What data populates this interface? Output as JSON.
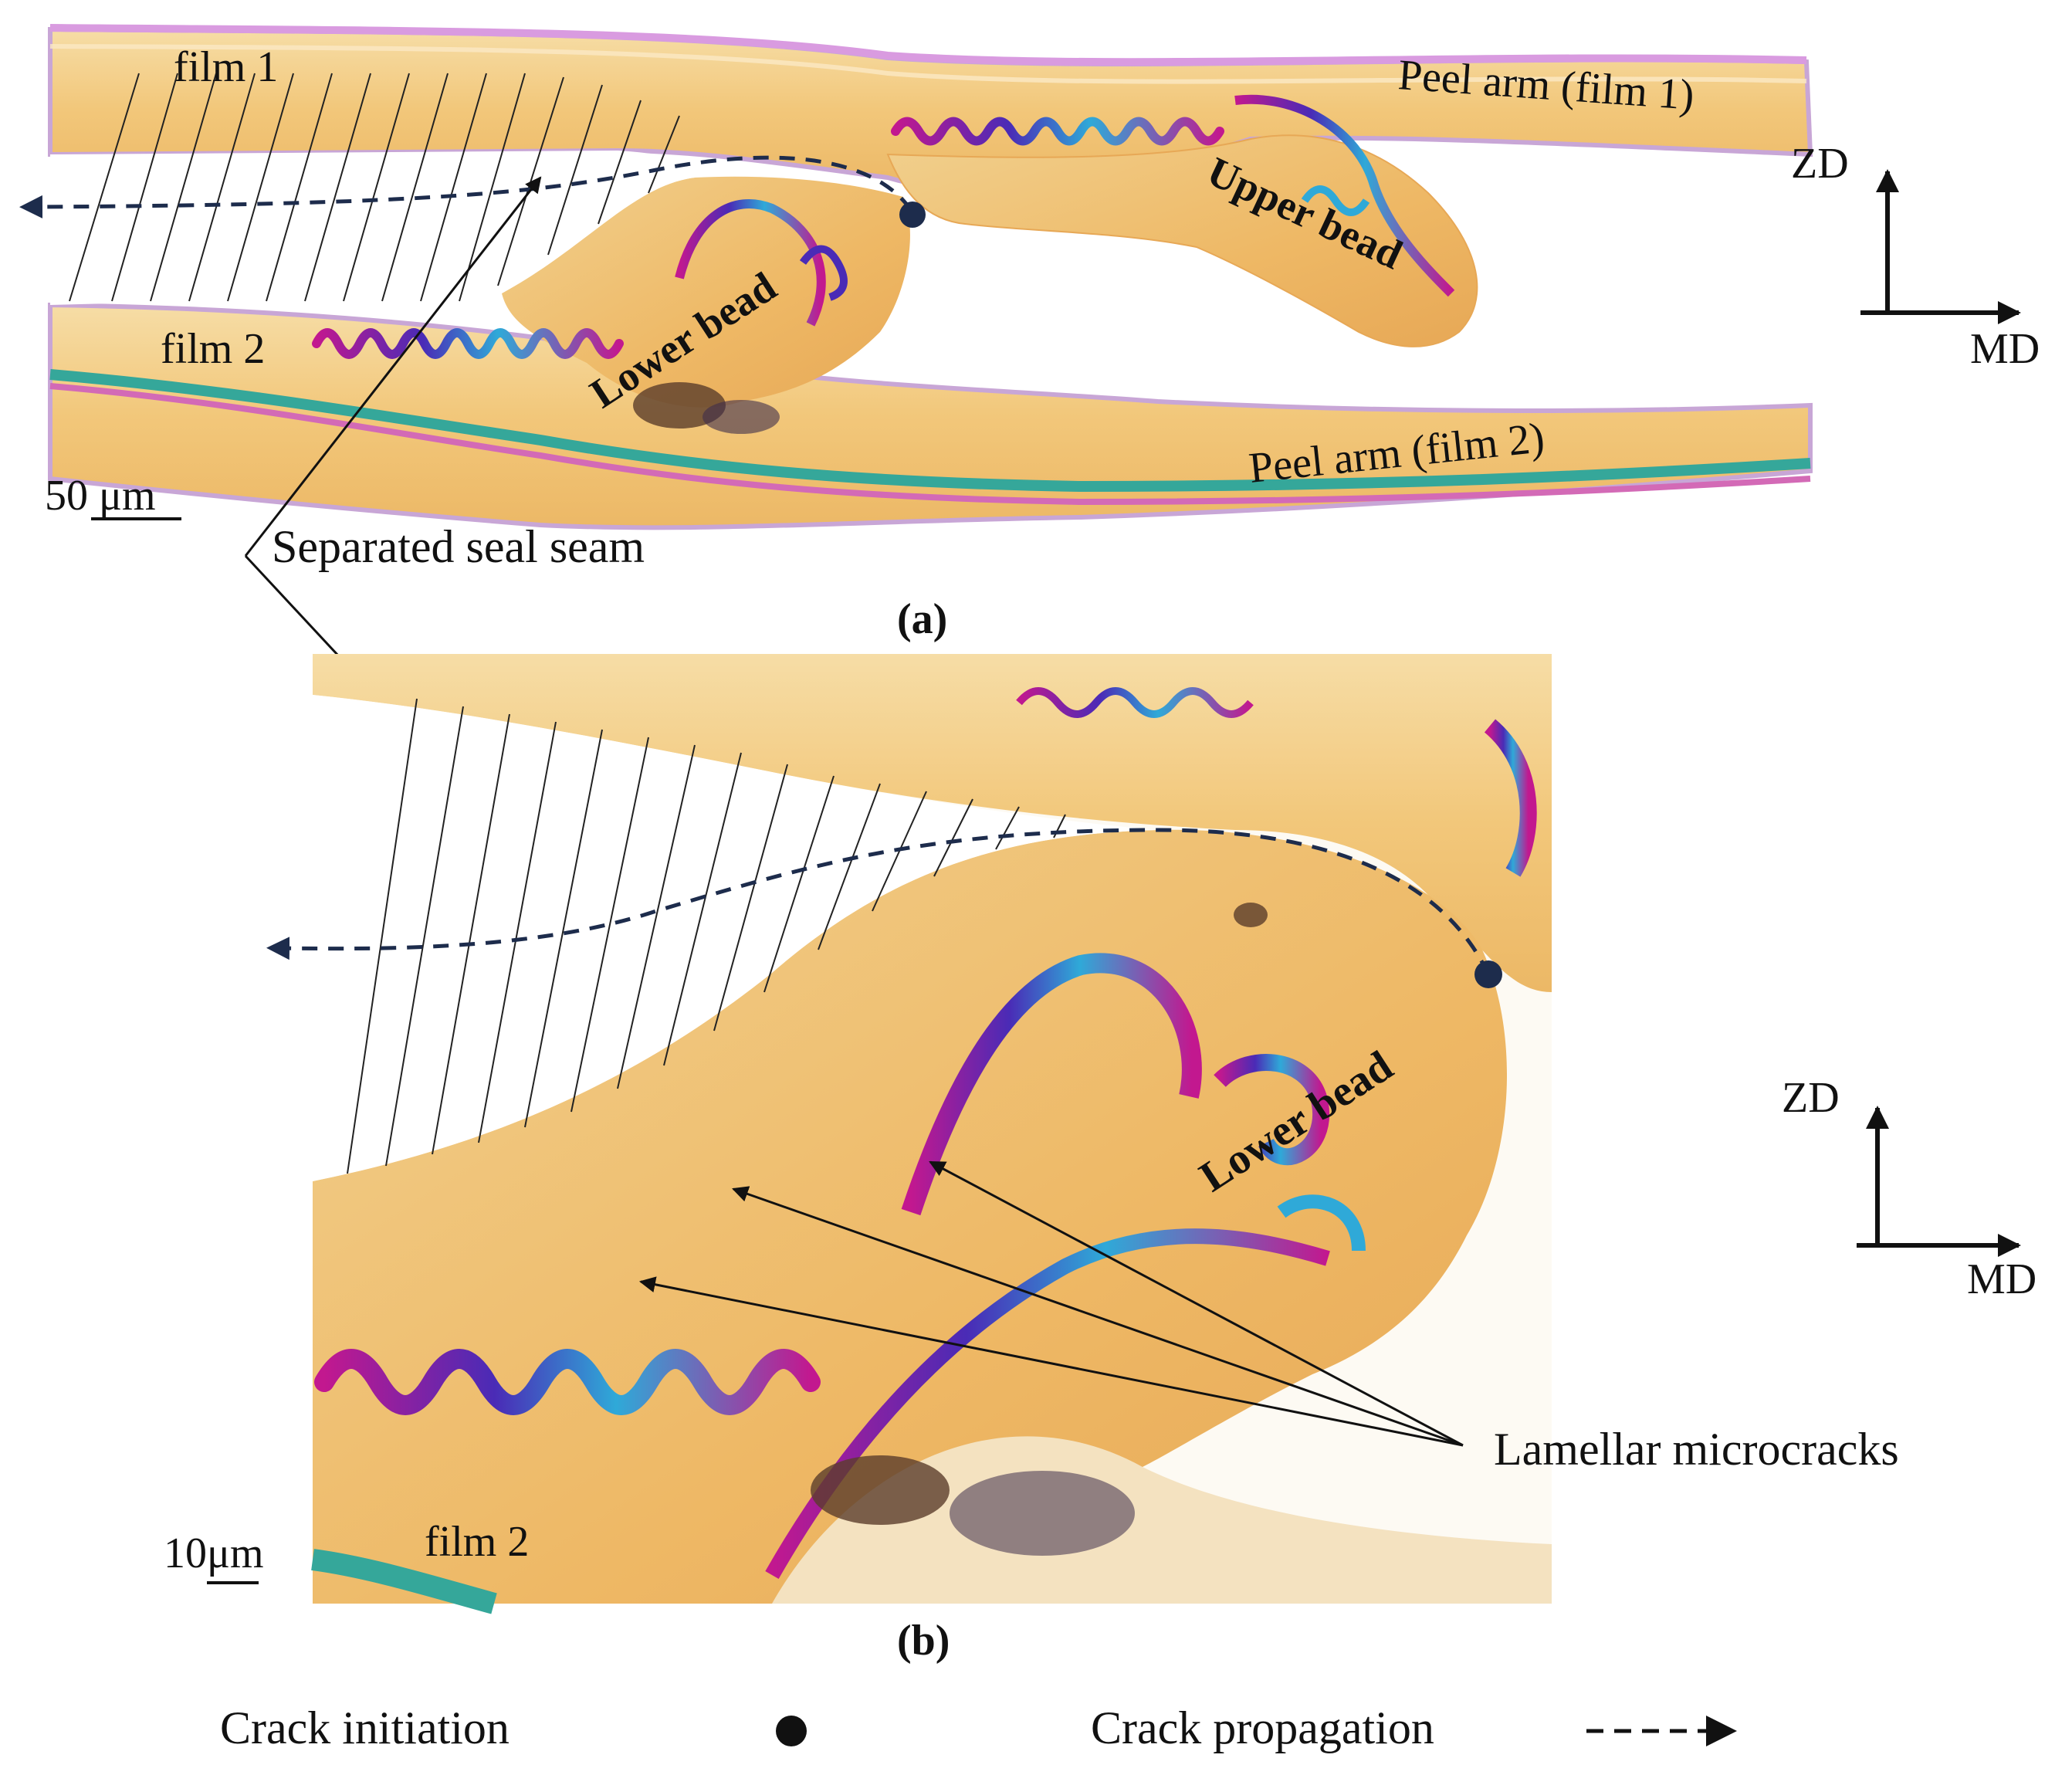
{
  "panel_a": {
    "caption": "(a)",
    "film1_label": "film 1",
    "film2_label": "film 2",
    "peel_arm_film1_label": "Peel arm (film 1)",
    "peel_arm_film2_label": "Peel arm (film 2)",
    "upper_bead_label": "Upper bead",
    "lower_bead_label": "Lower bead",
    "scale_bar_label": "50 μm",
    "axis_zd_label": "ZD",
    "axis_md_label": "MD"
  },
  "separated_seal_seam_label": "Separated seal seam",
  "panel_b": {
    "caption": "(b)",
    "lower_bead_label": "Lower bead",
    "film2_label": "film 2",
    "scale_bar_label": "10μm",
    "lamellar_microcracks_label": "Lamellar microcracks",
    "axis_zd_label": "ZD",
    "axis_md_label": "MD"
  },
  "legend": {
    "crack_initiation_label": "Crack initiation",
    "crack_propagation_label": "Crack propagation"
  },
  "colors": {
    "film_base": "#f2c77a",
    "film_light": "#f7e3b8",
    "birefringence_magenta": "#c2188f",
    "birefringence_blue": "#2f45c8",
    "birefringence_cyan": "#2fa9d8",
    "edge_teal": "#35a79a",
    "crack_path": "#1d2c4c",
    "annotation": "#111111"
  }
}
